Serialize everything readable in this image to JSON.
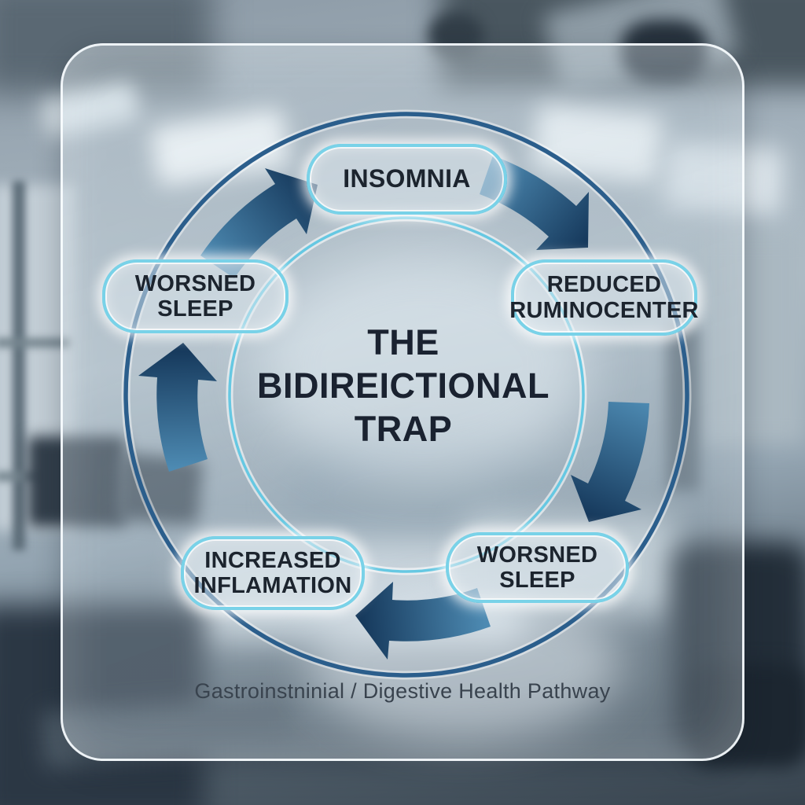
{
  "scene": {
    "description": "Glass infographic panel over blurred office interior",
    "background_elements": [
      "ceiling-lights",
      "office-windows",
      "desk-monitors",
      "office-chair"
    ]
  },
  "diagram": {
    "title_lines": [
      "THE",
      "BIDIREICTIONAL",
      "TRAP"
    ],
    "nodes": [
      {
        "id": "insomnia",
        "lines": [
          "INSOMNIA"
        ]
      },
      {
        "id": "reduced-ruminocenter",
        "lines": [
          "REDUCED",
          "RUMINOCENTER"
        ]
      },
      {
        "id": "worsned-sleep-right",
        "lines": [
          "WORSNED",
          "SLEEP"
        ]
      },
      {
        "id": "increased-inflamation",
        "lines": [
          "INCREASED",
          "INFLAMATION"
        ]
      },
      {
        "id": "worsned-sleep-left",
        "lines": [
          "WORSNED",
          "SLEEP"
        ]
      }
    ],
    "caption": "Gastroinstninial / Digestive Health Pathway",
    "cycle_direction": "clockwise",
    "arrow_count": 5,
    "colors": {
      "arrow_start": "#4d8ab2",
      "arrow_end": "#16395c",
      "ring_outer": "#2b5e8c",
      "ring_inner": "#66c8e2",
      "node_border": "#79d2e8",
      "node_text": "#1c242e",
      "title_color": "#1a2230",
      "caption_color": "#39434e"
    }
  }
}
